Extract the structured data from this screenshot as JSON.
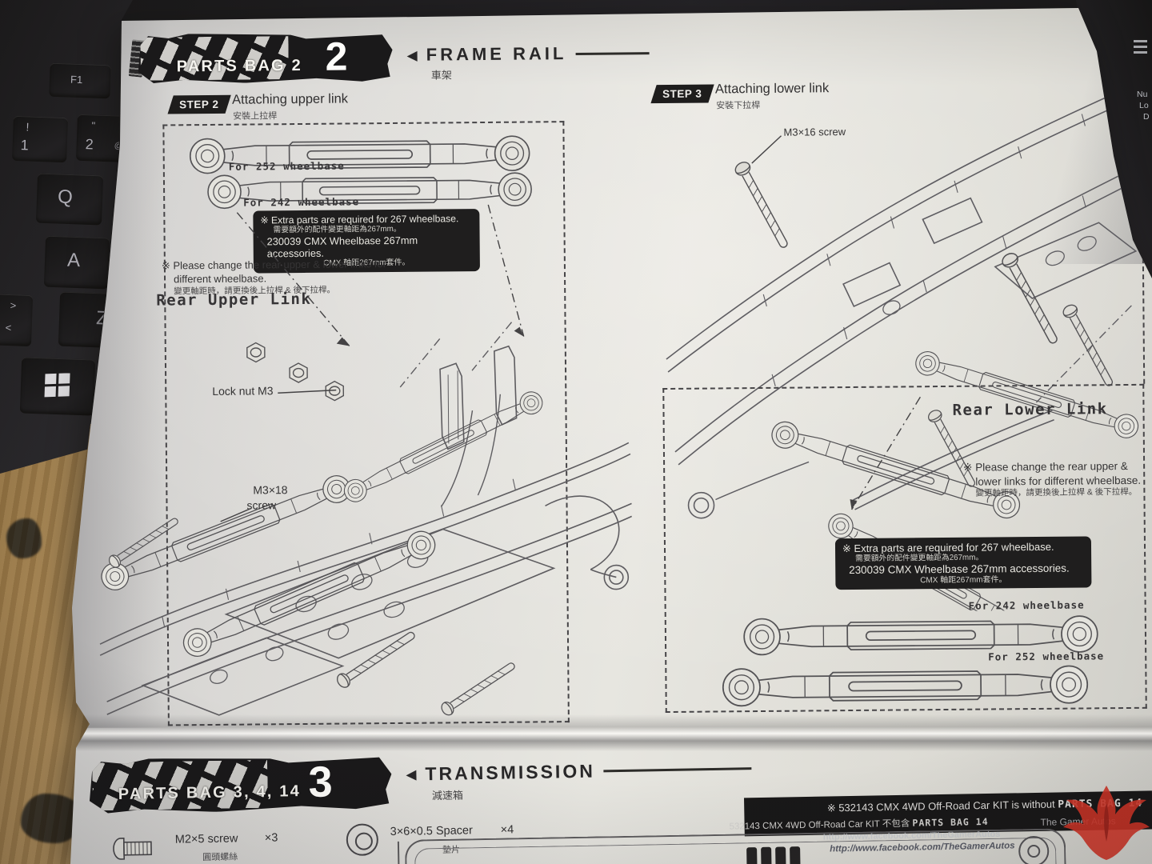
{
  "glyphs": {
    "arrow": "◀"
  },
  "frame_rail": {
    "bag_label": "PARTS BAG 2",
    "bag_number": "2",
    "title": "FRAME RAIL",
    "title_zh": "車架",
    "step2": {
      "label": "STEP 2",
      "title": "Attaching upper link",
      "title_zh": "安裝上拉桿"
    },
    "step3": {
      "label": "STEP 3",
      "title": "Attaching lower link",
      "title_zh": "安裝下拉桿"
    },
    "upper_links": {
      "first": "For 252 wheelbase",
      "second": "For 242 wheelbase"
    },
    "lower_links": {
      "first": "For 242 wheelbase",
      "second": "For 252 wheelbase"
    },
    "extra_note": {
      "en1": "※ Extra parts are required for 267 wheelbase.",
      "zh1": "需要額外的配件變更軸距為267mm。",
      "en2": "230039 CMX Wheelbase 267mm accessories.",
      "zh2": "CMX 軸距267mm套件。"
    },
    "change_note_left": {
      "en1": "※ Please change the rear upper & lower links for",
      "en2": "different wheelbase.",
      "zh": "變更軸距時，請更換後上拉桿 & 後下拉桿。"
    },
    "change_note_right": {
      "en1": "※ Please change the rear upper &",
      "en2": "lower links for different wheelbase.",
      "zh": "變更軸距時，請更換後上拉桿 & 後下拉桿。"
    },
    "rear_upper_title": "Rear Upper Link",
    "rear_lower_title": "Rear Lower Link",
    "labels": {
      "lock_nut": "Lock nut M3",
      "m3x18_line1": "M3×18",
      "m3x18_line2": "screw",
      "m3x16": "M3×16 screw"
    }
  },
  "transmission": {
    "bag_label": "PARTS BAG 3, 4, 14",
    "bag_number": "3",
    "title": "TRANSMISSION",
    "title_zh": "減速箱",
    "parts": [
      {
        "name": "M2×5 screw",
        "qty": "×3",
        "name_zh": "圓頭螺絲"
      },
      {
        "name": "3×6×0.5 Spacer",
        "qty": "×4",
        "name_zh": "墊片"
      }
    ],
    "kit_note": {
      "en_pre": "※ 532143 CMX 4WD Off-Road Car KIT  is without ",
      "en_bold": "PARTS BAG 14",
      "zh_pre": "532143 CMX 4WD Off-Road Car KIT 不包含 ",
      "zh_bold": "PARTS BAG 14"
    }
  },
  "watermark": {
    "brand": "The Gamer Autos",
    "url": "http://www.facebook.com/TheGamerAutos"
  },
  "surroundings": {
    "keys": {
      "f1": "F1",
      "k1_top": "!",
      "k1": "1",
      "k2_top": "\"",
      "k2": "2",
      "k2_alt": "@",
      "q": "Q",
      "a": "A",
      "gt": ">",
      "lt": "<",
      "z": "Z"
    },
    "numpad": {
      "l1": "Nu",
      "l2": "Lo",
      "l3": "D"
    }
  }
}
